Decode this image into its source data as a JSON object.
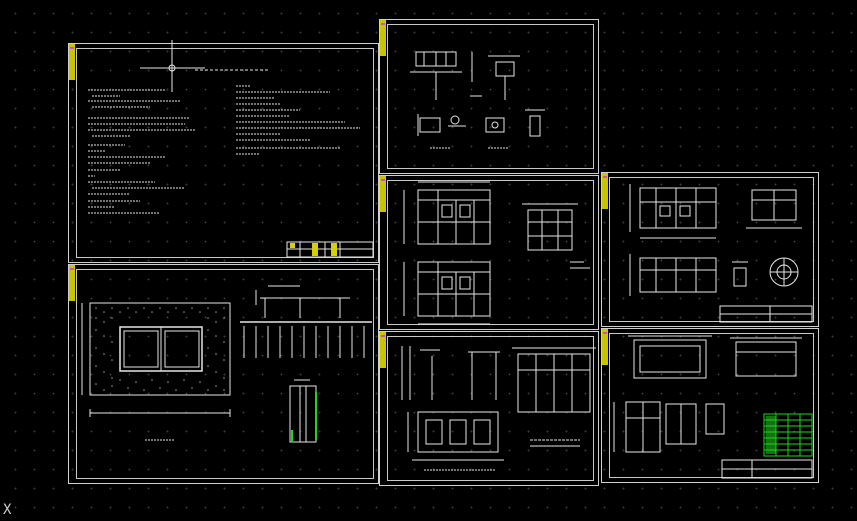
{
  "app": {
    "background": "#000000",
    "line_color": "#e6e6e6",
    "accent_yellow": "#d6d000",
    "accent_green": "#1fd31f",
    "accent_magenta": "#d24bd2"
  },
  "drawing_sheets": [
    {
      "id": "sheet-1"
    },
    {
      "id": "sheet-2"
    },
    {
      "id": "sheet-3"
    },
    {
      "id": "sheet-4"
    },
    {
      "id": "sheet-5"
    },
    {
      "id": "sheet-6"
    },
    {
      "id": "sheet-7"
    }
  ],
  "ucs_icon": {
    "glyph": "X"
  }
}
